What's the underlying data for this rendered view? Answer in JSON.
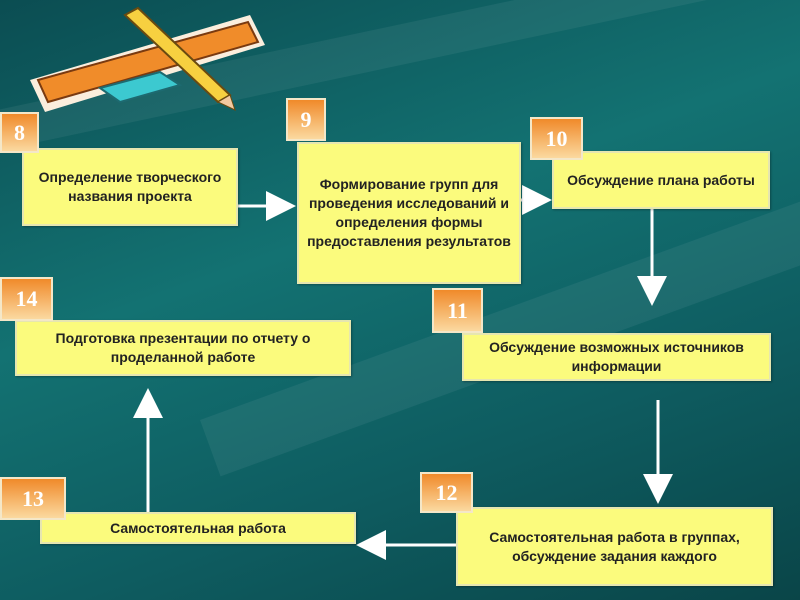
{
  "steps": [
    {
      "num": "8",
      "text": "Определение творческого названия проекта"
    },
    {
      "num": "9",
      "text": "Формирование групп для проведения исследований и определения формы предоставления результатов"
    },
    {
      "num": "10",
      "text": "Обсуждение плана работы"
    },
    {
      "num": "11",
      "text": "Обсуждение возможных источников информации"
    },
    {
      "num": "12",
      "text": "Самостоятельная работа в группах, обсуждение задания каждого"
    },
    {
      "num": "13",
      "text": "Самостоятельная работа"
    },
    {
      "num": "14",
      "text": "Подготовка презентации по отчету о проделанной работе"
    }
  ],
  "colors": {
    "box": "#fbfb7d",
    "badge": "#f08a2a",
    "background": "#0e5c60"
  }
}
